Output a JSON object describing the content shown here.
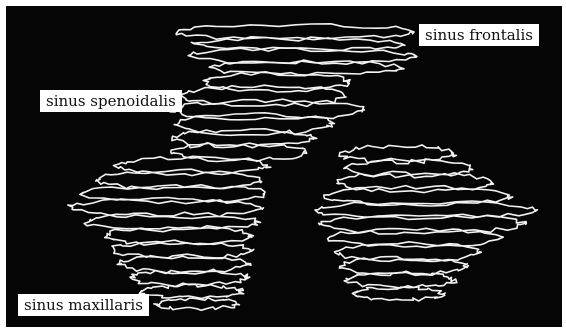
{
  "figure": {
    "labels": {
      "frontalis": "sinus frontalis",
      "spenoidalis": "sinus spenoidalis",
      "maxillaris": "sinus maxillaris"
    },
    "colors": {
      "background": "#050505",
      "contour": "#f2f2f2",
      "label_background": "#ffffff",
      "label_text": "#111111"
    }
  }
}
